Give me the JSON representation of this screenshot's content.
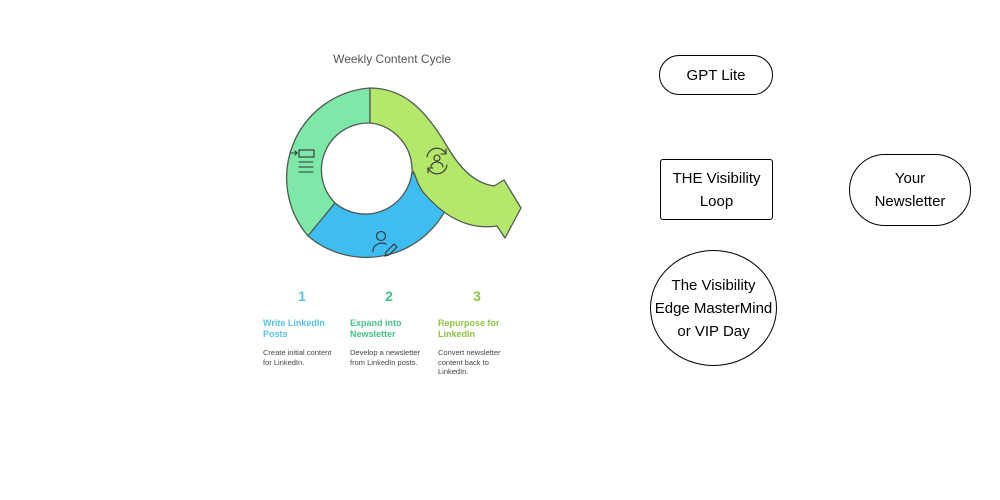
{
  "diagram": {
    "title": "Weekly Content Cycle",
    "colors": {
      "step1": "#55c3e8",
      "step2": "#44c487",
      "step3": "#8fc443",
      "segment_green": "#7de8a8",
      "segment_blue": "#3fbdf0",
      "segment_lime": "#b5e86a",
      "outline": "#4d5a52"
    },
    "icons": [
      "move-to-list-icon",
      "user-edit-icon",
      "refresh-user-icon"
    ],
    "steps": [
      {
        "number": "1",
        "title": "Write LinkedIn Posts",
        "description": "Create initial content for LinkedIn."
      },
      {
        "number": "2",
        "title": "Expand into Newsletter",
        "description": "Develop a newsletter from LinkedIn posts."
      },
      {
        "number": "3",
        "title": "Repurpose for LinkedIn",
        "description": "Convert newsletter content back to LinkedIn."
      }
    ]
  },
  "nodes": {
    "gpt_lite": "GPT Lite",
    "visibility_loop": "THE Visibility Loop",
    "your_newsletter": "Your Newsletter",
    "visibility_edge": "The Visibility Edge MasterMind or VIP Day"
  }
}
